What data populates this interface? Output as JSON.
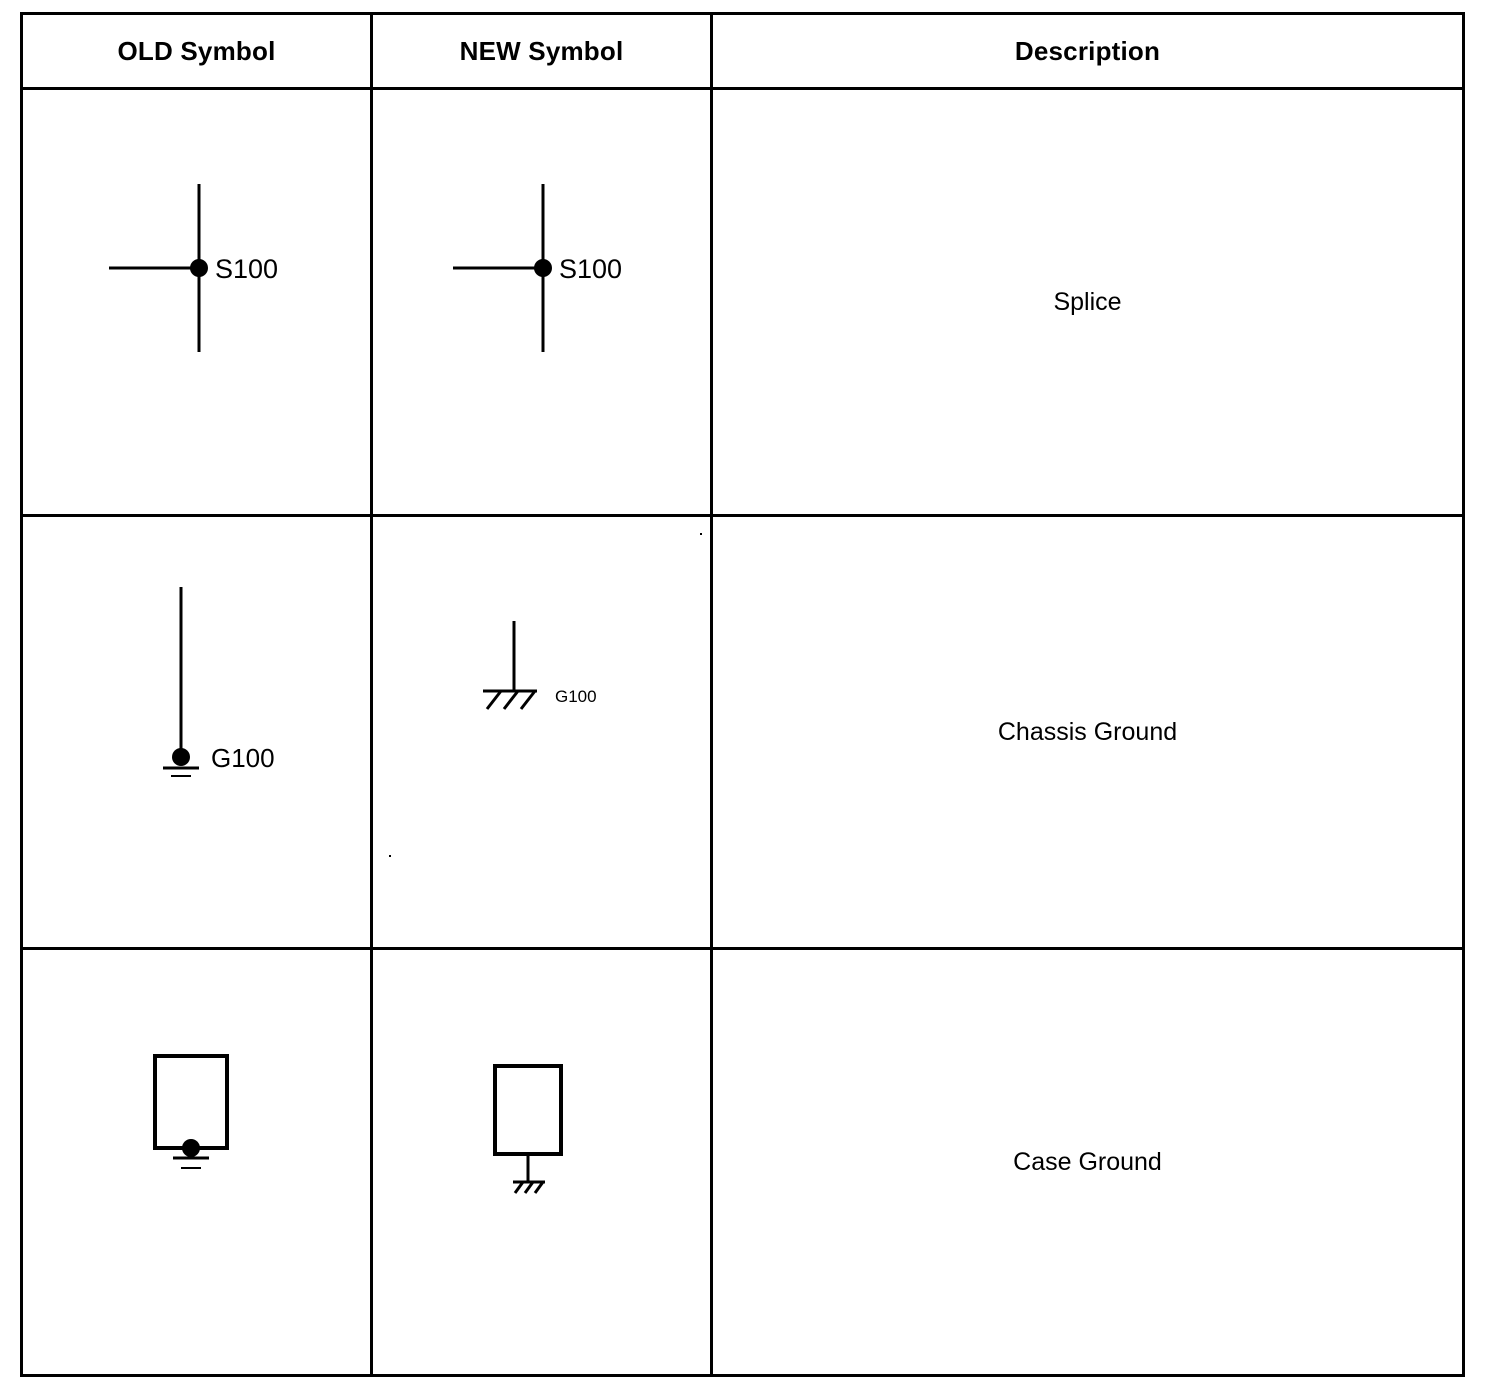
{
  "table": {
    "headers": {
      "old": "OLD Symbol",
      "new": "NEW Symbol",
      "description": "Description"
    },
    "rows": [
      {
        "id": "splice",
        "description": "Splice",
        "old_symbol": {
          "name": "splice-symbol-old",
          "label": "S100",
          "kind": "junction-dot-with-cross-wires"
        },
        "new_symbol": {
          "name": "splice-symbol-new",
          "label": "S100",
          "kind": "junction-dot-with-cross-wires"
        }
      },
      {
        "id": "chassis-ground",
        "description": "Chassis Ground",
        "old_symbol": {
          "name": "chassis-ground-symbol-old",
          "label": "G100",
          "kind": "vertical-lead-dot-earth-bars"
        },
        "new_symbol": {
          "name": "chassis-ground-symbol-new",
          "label": "G100",
          "kind": "vertical-lead-hatched-chassis-bar"
        }
      },
      {
        "id": "case-ground",
        "description": "Case Ground",
        "old_symbol": {
          "name": "case-ground-symbol-old",
          "label": "",
          "kind": "rectangle-with-dot-and-earth-bars"
        },
        "new_symbol": {
          "name": "case-ground-symbol-new",
          "label": "",
          "kind": "rectangle-with-stem-and-hatched-chassis"
        }
      }
    ]
  },
  "colors": {
    "ink": "#000000",
    "paper": "#ffffff"
  }
}
